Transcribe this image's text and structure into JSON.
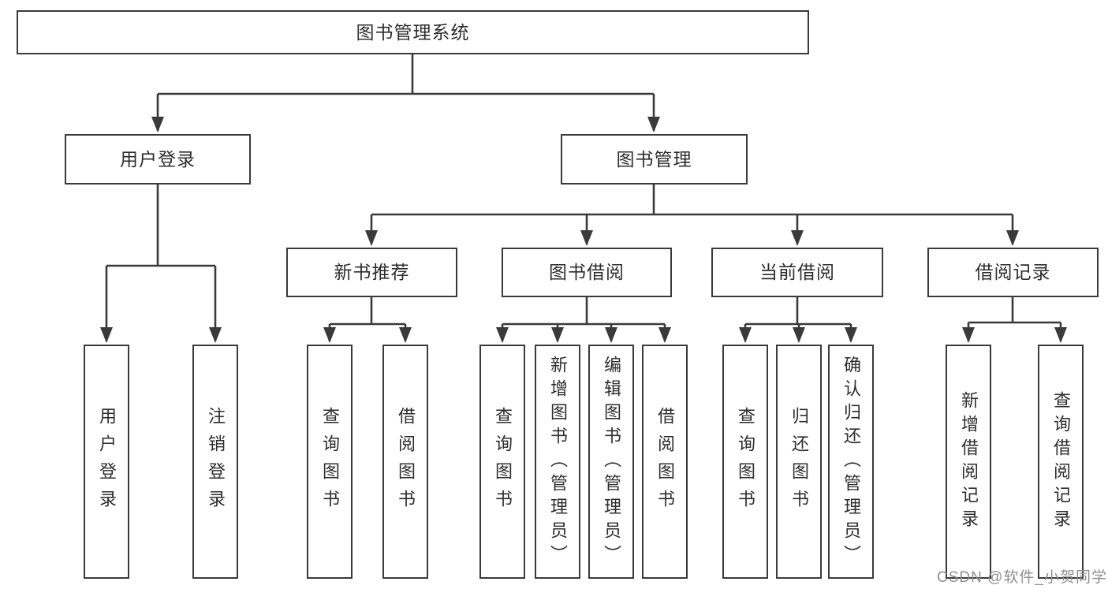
{
  "colors": {
    "line": "#3a3a3a",
    "ink": "#2d2d2d",
    "watermark": "#8f8f8f",
    "background": "#ffffff"
  },
  "watermark": "CSDN @软件_小贺同学",
  "diagram": {
    "type": "tree",
    "root": {
      "label": "图书管理系统"
    },
    "level2": [
      {
        "label": "用户登录",
        "parent": "图书管理系统"
      },
      {
        "label": "图书管理",
        "parent": "图书管理系统"
      }
    ],
    "level3": [
      {
        "label": "新书推荐",
        "parent": "图书管理"
      },
      {
        "label": "图书借阅",
        "parent": "图书管理"
      },
      {
        "label": "当前借阅",
        "parent": "图书管理"
      },
      {
        "label": "借阅记录",
        "parent": "图书管理"
      }
    ],
    "leaves": [
      {
        "label": "用户登录",
        "parent": "用户登录"
      },
      {
        "label": "注销登录",
        "parent": "用户登录"
      },
      {
        "label": "查询图书",
        "parent": "新书推荐"
      },
      {
        "label": "借阅图书",
        "parent": "新书推荐"
      },
      {
        "label": "查询图书",
        "parent": "图书借阅"
      },
      {
        "label": "新增图书（管理员）",
        "parent": "图书借阅"
      },
      {
        "label": "编辑图书（管理员）",
        "parent": "图书借阅"
      },
      {
        "label": "借阅图书",
        "parent": "图书借阅"
      },
      {
        "label": "查询图书",
        "parent": "当前借阅"
      },
      {
        "label": "归还图书",
        "parent": "当前借阅"
      },
      {
        "label": "确认归还（管理员）",
        "parent": "当前借阅"
      },
      {
        "label": "新增借阅记录",
        "parent": "借阅记录"
      },
      {
        "label": "查询借阅记录",
        "parent": "借阅记录"
      }
    ]
  }
}
